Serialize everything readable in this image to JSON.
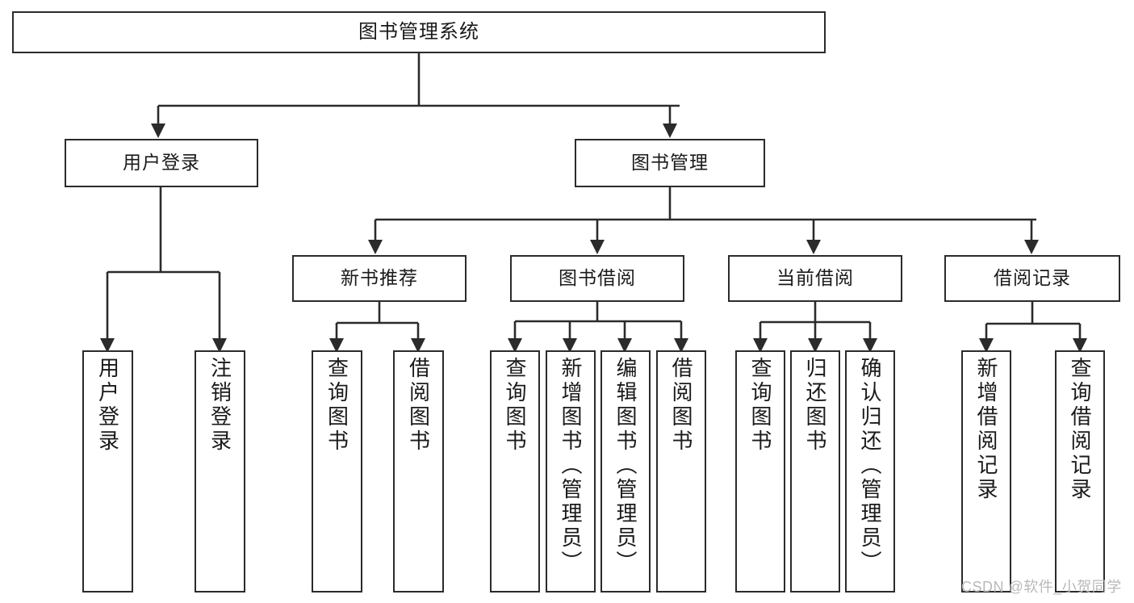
{
  "diagram": {
    "title": "图书管理系统",
    "type": "tree-hierarchy",
    "watermark": "CSDN @软件_小贺同学",
    "accent_color": "#2b2b2b",
    "background_color": "#ffffff",
    "nodes": {
      "root": {
        "label": "图书管理系统",
        "level": 1
      },
      "user_login": {
        "label": "用户登录",
        "level": 2
      },
      "book_manage": {
        "label": "图书管理",
        "level": 2
      },
      "new_book_rec": {
        "label": "新书推荐",
        "level": 3
      },
      "book_borrow": {
        "label": "图书借阅",
        "level": 3
      },
      "current_borrow": {
        "label": "当前借阅",
        "level": 3
      },
      "borrow_record": {
        "label": "借阅记录",
        "level": 3
      },
      "leaf_user_login": {
        "label": "用户登录",
        "level": 4
      },
      "leaf_logout": {
        "label": "注销登录",
        "level": 4
      },
      "leaf_query_book_1": {
        "label": "查询图书",
        "level": 4
      },
      "leaf_borrow_book_1": {
        "label": "借阅图书",
        "level": 4
      },
      "leaf_query_book_2": {
        "label": "查询图书",
        "level": 4
      },
      "leaf_add_book": {
        "label": "新增图书（管理员）",
        "level": 4
      },
      "leaf_edit_book": {
        "label": "编辑图书（管理员）",
        "level": 4
      },
      "leaf_borrow_book_2": {
        "label": "借阅图书",
        "level": 4
      },
      "leaf_query_book_3": {
        "label": "查询图书",
        "level": 4
      },
      "leaf_return_book": {
        "label": "归还图书",
        "level": 4
      },
      "leaf_confirm_return": {
        "label": "确认归还（管理员）",
        "level": 4
      },
      "leaf_add_record": {
        "label": "新增借阅记录",
        "level": 4
      },
      "leaf_query_record": {
        "label": "查询借阅记录",
        "level": 4
      }
    },
    "edges": [
      {
        "from": "root",
        "to": "user_login"
      },
      {
        "from": "root",
        "to": "book_manage"
      },
      {
        "from": "user_login",
        "to": "leaf_user_login"
      },
      {
        "from": "user_login",
        "to": "leaf_logout"
      },
      {
        "from": "book_manage",
        "to": "new_book_rec"
      },
      {
        "from": "book_manage",
        "to": "book_borrow"
      },
      {
        "from": "book_manage",
        "to": "current_borrow"
      },
      {
        "from": "book_manage",
        "to": "borrow_record"
      },
      {
        "from": "new_book_rec",
        "to": "leaf_query_book_1"
      },
      {
        "from": "new_book_rec",
        "to": "leaf_borrow_book_1"
      },
      {
        "from": "book_borrow",
        "to": "leaf_query_book_2"
      },
      {
        "from": "book_borrow",
        "to": "leaf_add_book"
      },
      {
        "from": "book_borrow",
        "to": "leaf_edit_book"
      },
      {
        "from": "book_borrow",
        "to": "leaf_borrow_book_2"
      },
      {
        "from": "current_borrow",
        "to": "leaf_query_book_3"
      },
      {
        "from": "current_borrow",
        "to": "leaf_return_book"
      },
      {
        "from": "current_borrow",
        "to": "leaf_confirm_return"
      },
      {
        "from": "borrow_record",
        "to": "leaf_add_record"
      },
      {
        "from": "borrow_record",
        "to": "leaf_query_record"
      }
    ]
  }
}
